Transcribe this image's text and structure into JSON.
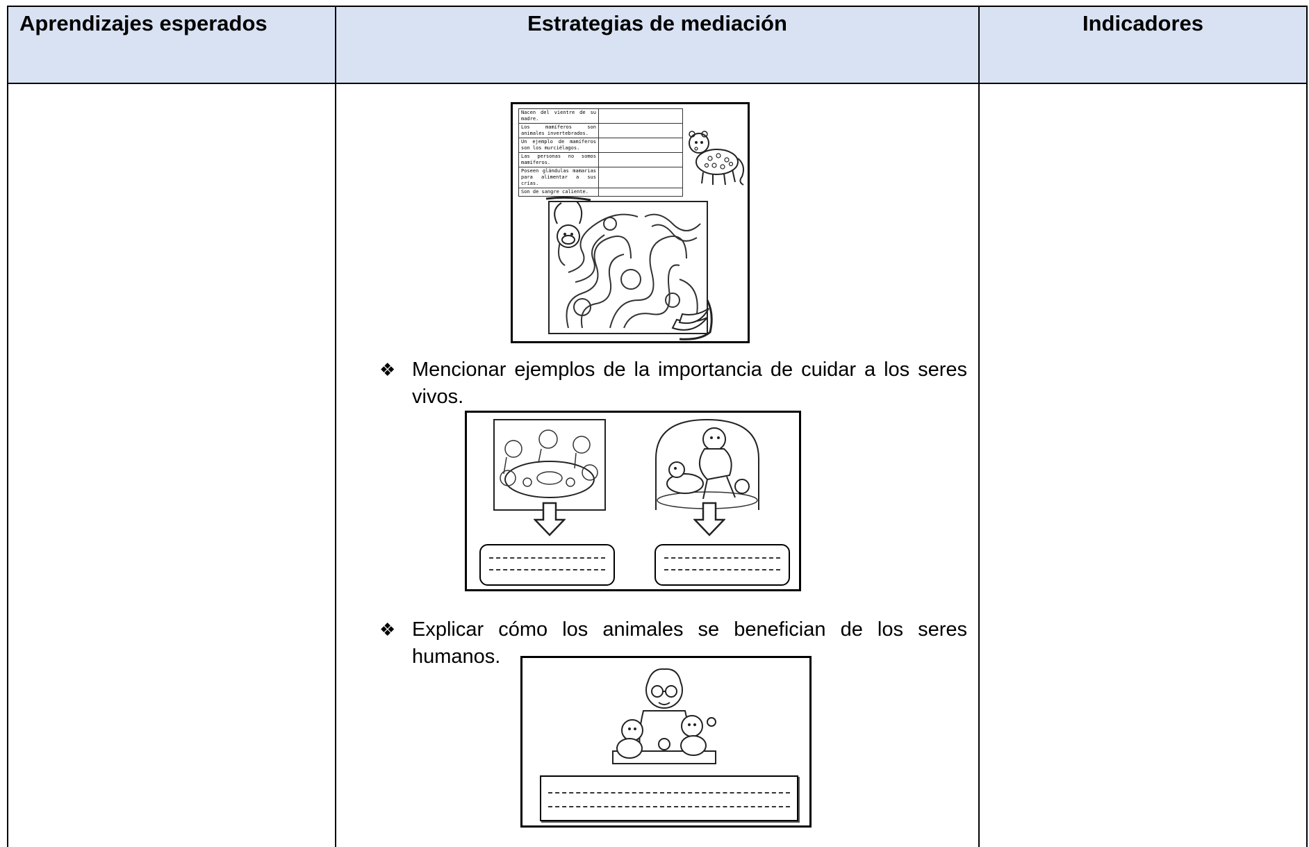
{
  "table": {
    "headers": {
      "col1": "Aprendizajes esperados",
      "col2": "Estrategias de mediación",
      "col3": "Indicadores"
    }
  },
  "worksheet_true_false": {
    "statements": [
      "Nacen del vientre de su madre.",
      "Los mamíferos son animales invertebrados.",
      "Un ejemplo de mamíferos son los murciélagos.",
      "Las personas no somos mamíferos.",
      "Poseen glándulas mamarias para alimentar a sus crías.",
      "Son de sangre caliente."
    ]
  },
  "bullets": [
    "Mencionar ejemplos de la importancia de cuidar a los seres vivos.",
    "Explicar cómo los animales se benefician de los seres humanos."
  ],
  "icons": {
    "bullet": "diamond-bullet-icon"
  }
}
